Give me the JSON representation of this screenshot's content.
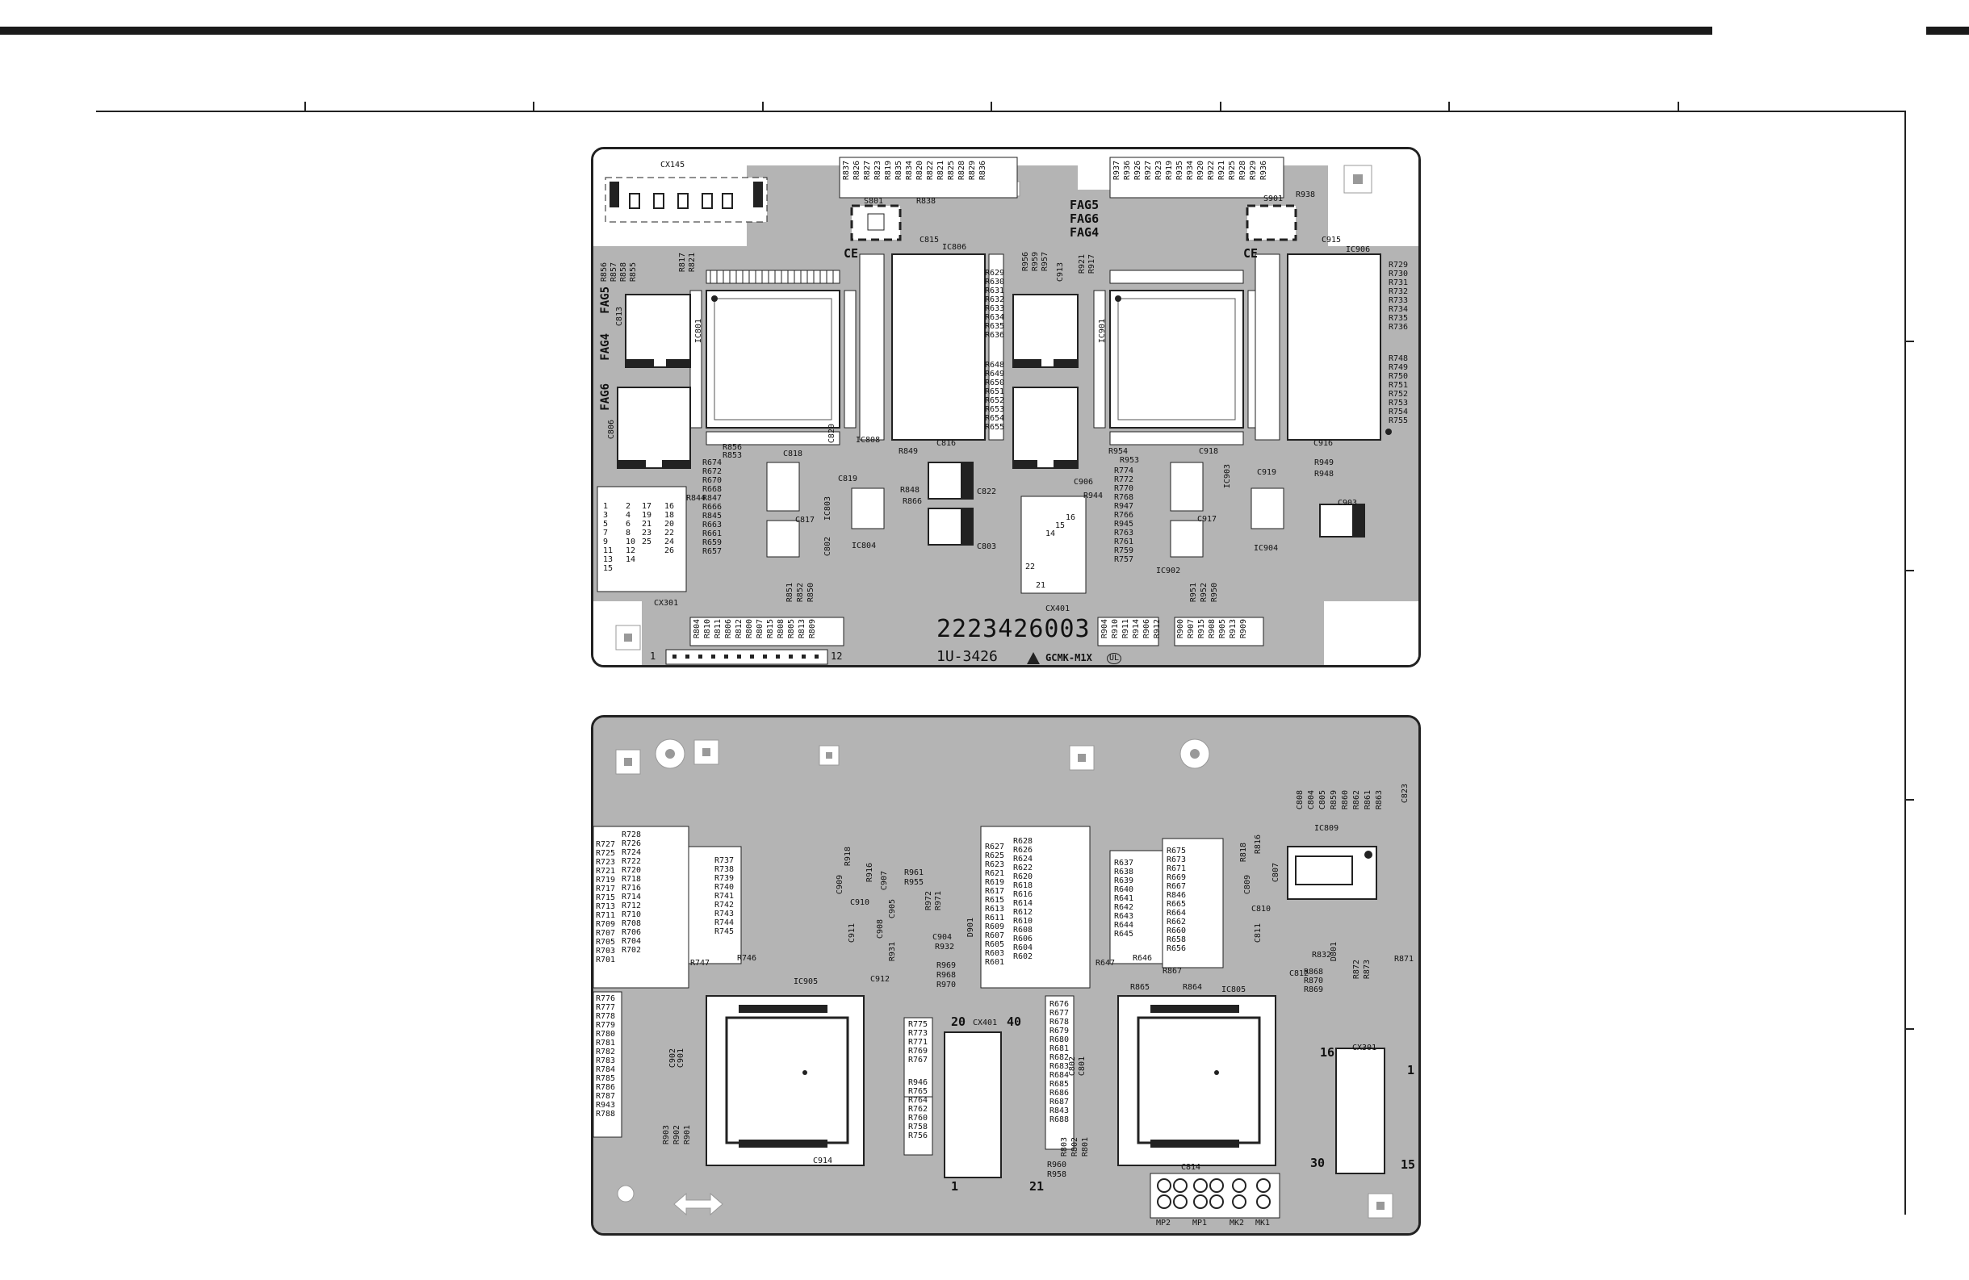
{
  "top": {
    "board_number": "2223426003",
    "board_code": "1U-3426",
    "maker_mark": "GCMK-M1X",
    "ul_mark": "UL",
    "labels": {
      "cx145": "CX145",
      "s801": "S801",
      "r838": "R838",
      "s901": "S901",
      "r938": "R938",
      "fag5": "FAG5",
      "fag6": "FAG6",
      "fag4": "FAG4",
      "ce_left": "CE",
      "ce_right": "CE",
      "c815": "C815",
      "ic806": "IC806",
      "c915": "C915",
      "ic906": "IC906",
      "ic801": "IC801",
      "ic901": "IC901",
      "c813": "C813",
      "c806": "C806",
      "c913": "C913",
      "c818": "C818",
      "c820": "C820",
      "ic808": "IC808",
      "c816": "C816",
      "c819": "C819",
      "r849": "R849",
      "r848": "R848",
      "r866": "R866",
      "c822": "C822",
      "c803": "C803",
      "c817": "C817",
      "ic803": "IC803",
      "c802": "C802",
      "ic804": "IC804",
      "cx401": "CX401",
      "cx301": "CX301",
      "c906": "C906",
      "r944": "R944",
      "r954": "R954",
      "r953": "R953",
      "c918": "C918",
      "c919": "C919",
      "r949": "R949",
      "r948": "R948",
      "c903": "C903",
      "c917": "C917",
      "ic903": "IC903",
      "ic904": "IC904",
      "ic902": "IC902",
      "c916": "C916",
      "r844": "R844",
      "r856": "R856",
      "r853": "R853",
      "fag4_left": "FAG4",
      "fag5_left": "FAG5",
      "fag6_left": "FAG6",
      "pin1": "1",
      "pin12": "12",
      "p14": "14",
      "p15": "15",
      "p16": "16",
      "p21": "21",
      "p22": "22"
    },
    "top_resistors_left": [
      "R837",
      "R826",
      "R827",
      "R823",
      "R819",
      "R835",
      "R834",
      "R820",
      "R822",
      "R821",
      "R825",
      "R828",
      "R829",
      "R836"
    ],
    "top_resistors_right": [
      "R937",
      "R936",
      "R926",
      "R927",
      "R923",
      "R919",
      "R935",
      "R934",
      "R920",
      "R922",
      "R921",
      "R925",
      "R928",
      "R929",
      "R936"
    ],
    "r629_list": [
      "R629",
      "R630",
      "R631",
      "R632",
      "R633",
      "R634",
      "R635",
      "R636"
    ],
    "r648_list": [
      "R648",
      "R649",
      "R650",
      "R651",
      "R652",
      "R653",
      "R654",
      "R655"
    ],
    "r729_list": [
      "R729",
      "R730",
      "R731",
      "R732",
      "R733",
      "R734",
      "R735",
      "R736"
    ],
    "r748_list": [
      "R748",
      "R749",
      "R750",
      "R751",
      "R752",
      "R753",
      "R754",
      "R755"
    ],
    "left_mid_list": [
      "R674",
      "R672",
      "R670",
      "R668",
      "R847",
      "R666",
      "R845",
      "R663",
      "R661",
      "R659",
      "R657"
    ],
    "right_mid_list": [
      "R774",
      "R772",
      "R770",
      "R768",
      "R947",
      "R766",
      "R945",
      "R763",
      "R761",
      "R759",
      "R757"
    ],
    "r855_list": [
      "R856",
      "R857",
      "R858",
      "R855"
    ],
    "r817_list": [
      "R817",
      "R821"
    ],
    "r821_list": [
      "R921",
      "R917"
    ],
    "r956_list": [
      "R956",
      "R959",
      "R957"
    ],
    "bottom_left_res": [
      "R804",
      "R810",
      "R811",
      "R806",
      "R812",
      "R800",
      "R807",
      "R815",
      "R808",
      "R805",
      "R813",
      "R809"
    ],
    "bottom_mid_res": [
      "R851",
      "R852",
      "R850"
    ],
    "bottom_right_res": [
      "R904",
      "R910",
      "R911",
      "R914",
      "R906",
      "R912"
    ],
    "bottom_right_res2": [
      "R900",
      "R907",
      "R915",
      "R908",
      "R905",
      "R913",
      "R909"
    ],
    "bottom_r951": [
      "R951",
      "R952",
      "R950"
    ],
    "cx301_pins_left": [
      "1",
      "3",
      "5",
      "7",
      "9",
      "11",
      "13",
      "15"
    ],
    "cx301_pins_mid": [
      "2",
      "4",
      "6",
      "8",
      "10",
      "12",
      "14"
    ],
    "cx301_pins_right": [
      "16",
      "18",
      "20",
      "22",
      "24",
      "26"
    ],
    "cx301_pins_mid2": [
      "17",
      "19",
      "21",
      "23",
      "25"
    ]
  },
  "bottom": {
    "labels": {
      "ic905": "IC905",
      "ic805": "IC805",
      "cx401": "CX401",
      "cx301": "CX301",
      "ic809": "IC809",
      "pin20": "20",
      "pin40": "40",
      "pin1": "1",
      "pin21": "21",
      "pin16": "16",
      "pin1r": "1",
      "pin30": "30",
      "pin15": "15",
      "c914": "C914",
      "c814": "C814",
      "r960": "R960",
      "r958": "R958",
      "r747": "R747",
      "r746": "R746",
      "r647": "R647",
      "r646": "R646",
      "r867": "R867",
      "r865": "R865",
      "r864": "R864",
      "c812": "C812",
      "r832": "R832",
      "c810": "C810",
      "c811": "C811",
      "c807": "C807",
      "c809": "C809",
      "r818": "R818",
      "r816": "R816",
      "r871": "R871",
      "d801": "D801",
      "c912": "C912",
      "r931": "R931",
      "c904": "C904",
      "r932": "R932",
      "d901": "D901",
      "c911": "C911",
      "c908": "C908",
      "c910": "C910",
      "c909": "C909",
      "c907": "C907",
      "c905": "C905",
      "r916": "R916",
      "r918": "R918",
      "r961": "R961",
      "r955": "R955",
      "r972": "R972",
      "r971": "R971",
      "r969": "R969",
      "r968": "R968",
      "r970": "R970",
      "c902": "C902",
      "c901": "C901",
      "c802": "C802",
      "c801": "C801",
      "c823": "C823",
      "mp2": "MP2",
      "mp1": "MP1",
      "mk2": "MK2",
      "mk1": "MK1"
    },
    "r728_list": [
      "R728",
      "R726",
      "R724",
      "R722",
      "R720",
      "R718",
      "R716",
      "R714",
      "R712",
      "R710",
      "R708",
      "R706",
      "R704",
      "R702"
    ],
    "r727_list": [
      "R727",
      "R725",
      "R723",
      "R721",
      "R719",
      "R717",
      "R715",
      "R713",
      "R711",
      "R709",
      "R707",
      "R705",
      "R703",
      "R701"
    ],
    "r737_list": [
      "R737",
      "R738",
      "R739",
      "R740",
      "R741",
      "R742",
      "R743",
      "R744",
      "R745"
    ],
    "r776_list": [
      "R776",
      "R777",
      "R778",
      "R779",
      "R780",
      "R781",
      "R782",
      "R783",
      "R784",
      "R785",
      "R786",
      "R787",
      "R943",
      "R788"
    ],
    "r775_list": [
      "R775",
      "R773",
      "R771",
      "R769",
      "R767"
    ],
    "r946_list": [
      "R946",
      "R765",
      "R764",
      "R762",
      "R760",
      "R758",
      "R756"
    ],
    "r627_list": [
      "R627",
      "R625",
      "R623",
      "R621",
      "R619",
      "R617",
      "R615",
      "R613",
      "R611",
      "R609",
      "R607",
      "R605",
      "R603",
      "R601"
    ],
    "r628_list": [
      "R628",
      "R626",
      "R624",
      "R622",
      "R620",
      "R618",
      "R616",
      "R614",
      "R612",
      "R610",
      "R608",
      "R606",
      "R604",
      "R602"
    ],
    "r676_list": [
      "R676",
      "R677",
      "R678",
      "R679",
      "R680",
      "R681",
      "R682",
      "R683",
      "R684",
      "R685",
      "R686",
      "R687",
      "R843",
      "R688"
    ],
    "r637_list": [
      "R637",
      "R638",
      "R639",
      "R640",
      "R641",
      "R642",
      "R643",
      "R644",
      "R645"
    ],
    "r675_list": [
      "R675",
      "R673",
      "R671",
      "R669",
      "R667",
      "R846",
      "R665",
      "R664",
      "R662",
      "R660",
      "R658",
      "R656"
    ],
    "r868_list": [
      "R868",
      "R870",
      "R869"
    ],
    "r872_list": [
      "R872",
      "R873"
    ],
    "r903_list": [
      "R903",
      "R902",
      "R901"
    ],
    "r803_list": [
      "R803",
      "R802",
      "R801"
    ],
    "r859_list": [
      "C808",
      "C804",
      "C805",
      "R859",
      "R860",
      "R862",
      "R861",
      "R863"
    ]
  }
}
